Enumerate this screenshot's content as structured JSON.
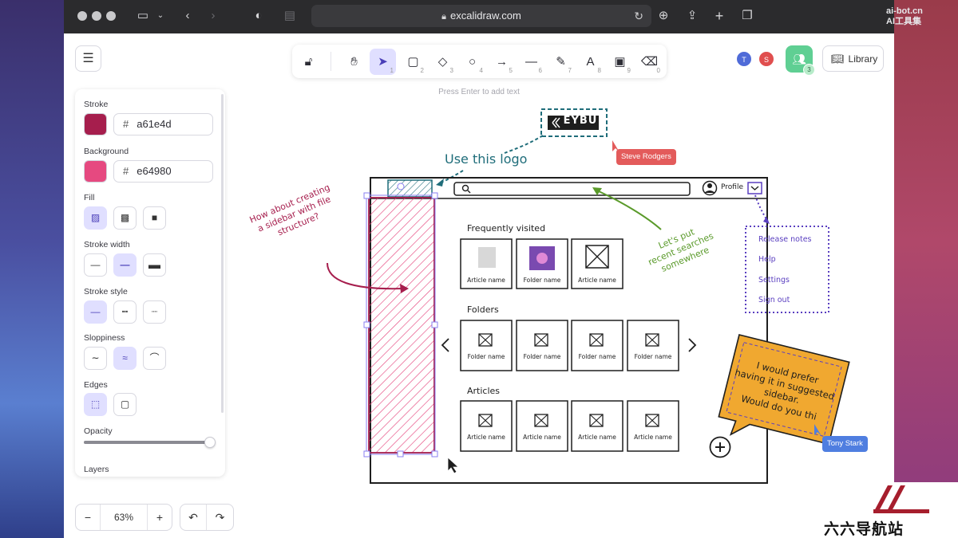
{
  "browser": {
    "url": "excalidraw.com",
    "colors": {
      "chrome_bg": "#2b2b2d",
      "urlbar_bg": "#3a3a3d"
    }
  },
  "toolbar": {
    "tools": [
      {
        "name": "lock",
        "glyph": "🔓︎",
        "num": ""
      },
      {
        "name": "hand",
        "glyph": "✋︎",
        "num": ""
      },
      {
        "name": "selection",
        "glyph": "➤",
        "num": "1"
      },
      {
        "name": "rectangle",
        "glyph": "▢",
        "num": "2"
      },
      {
        "name": "diamond",
        "glyph": "◇",
        "num": "3"
      },
      {
        "name": "ellipse",
        "glyph": "○",
        "num": "4"
      },
      {
        "name": "arrow",
        "glyph": "→",
        "num": "5"
      },
      {
        "name": "line",
        "glyph": "—",
        "num": "6"
      },
      {
        "name": "draw",
        "glyph": "✎",
        "num": "7"
      },
      {
        "name": "text",
        "glyph": "A",
        "num": "8"
      },
      {
        "name": "image",
        "glyph": "▣",
        "num": "9"
      },
      {
        "name": "eraser",
        "glyph": "⌫",
        "num": "0"
      }
    ],
    "active_tool": "selection",
    "hint": "Press Enter to add text"
  },
  "collaborators": {
    "avatars": [
      {
        "initial": "T",
        "color": "#4f6bd8"
      },
      {
        "initial": "S",
        "color": "#e04e4e"
      }
    ],
    "count": "3",
    "color": "#5fcf93"
  },
  "library_label": "Library",
  "panel": {
    "stroke_label": "Stroke",
    "stroke_hex": "a61e4d",
    "stroke_color": "#a61e4d",
    "background_label": "Background",
    "background_hex": "e64980",
    "background_color": "#e64980",
    "fill_label": "Fill",
    "stroke_width_label": "Stroke width",
    "stroke_style_label": "Stroke style",
    "sloppiness_label": "Sloppiness",
    "edges_label": "Edges",
    "opacity_label": "Opacity",
    "opacity_value": 100,
    "layers_label": "Layers",
    "hash": "#"
  },
  "zoom": {
    "minus": "−",
    "value": "63%",
    "plus": "+"
  },
  "history": {
    "undo": "↶",
    "redo": "↷"
  },
  "canvas": {
    "logo_text": "EYBU",
    "logo_note": "Use this logo",
    "sidebar_note": [
      "How about creating",
      "a sidebar with file",
      "structure?"
    ],
    "search_note": [
      "Let's put",
      "recent searches",
      "somewhere"
    ],
    "profile_label": "Profile",
    "sections": {
      "frequent": "Frequently visited",
      "folders": "Folders",
      "articles": "Articles"
    },
    "frequent_items": [
      "Article name",
      "Folder name",
      "Article name"
    ],
    "folder_items": [
      "Folder name",
      "Folder name",
      "Folder name",
      "Folder name"
    ],
    "article_items": [
      "Article name",
      "Article name",
      "Article name",
      "Article name"
    ],
    "dropdown_items": [
      "Release notes",
      "Help",
      "Settings",
      "Sign out"
    ],
    "sticky_note": [
      "I would prefer",
      "having it in suggested",
      "sidebar.",
      "Would do you thi"
    ],
    "cursor_tags": [
      {
        "label": "Steve Rodgers",
        "color": "#e35b5b"
      },
      {
        "label": "Tony Stark",
        "color": "#4f7ee0"
      }
    ],
    "colors": {
      "teal": "#1f6d7a",
      "crimson": "#a61e4d",
      "green": "#5a9a2a",
      "purple": "#5a3fc0",
      "sticky": "#f0a830"
    }
  },
  "badge": {
    "text": "六六导航站"
  },
  "watermark": {
    "line1": "ai-bot.cn",
    "line2": "AI工具集"
  }
}
